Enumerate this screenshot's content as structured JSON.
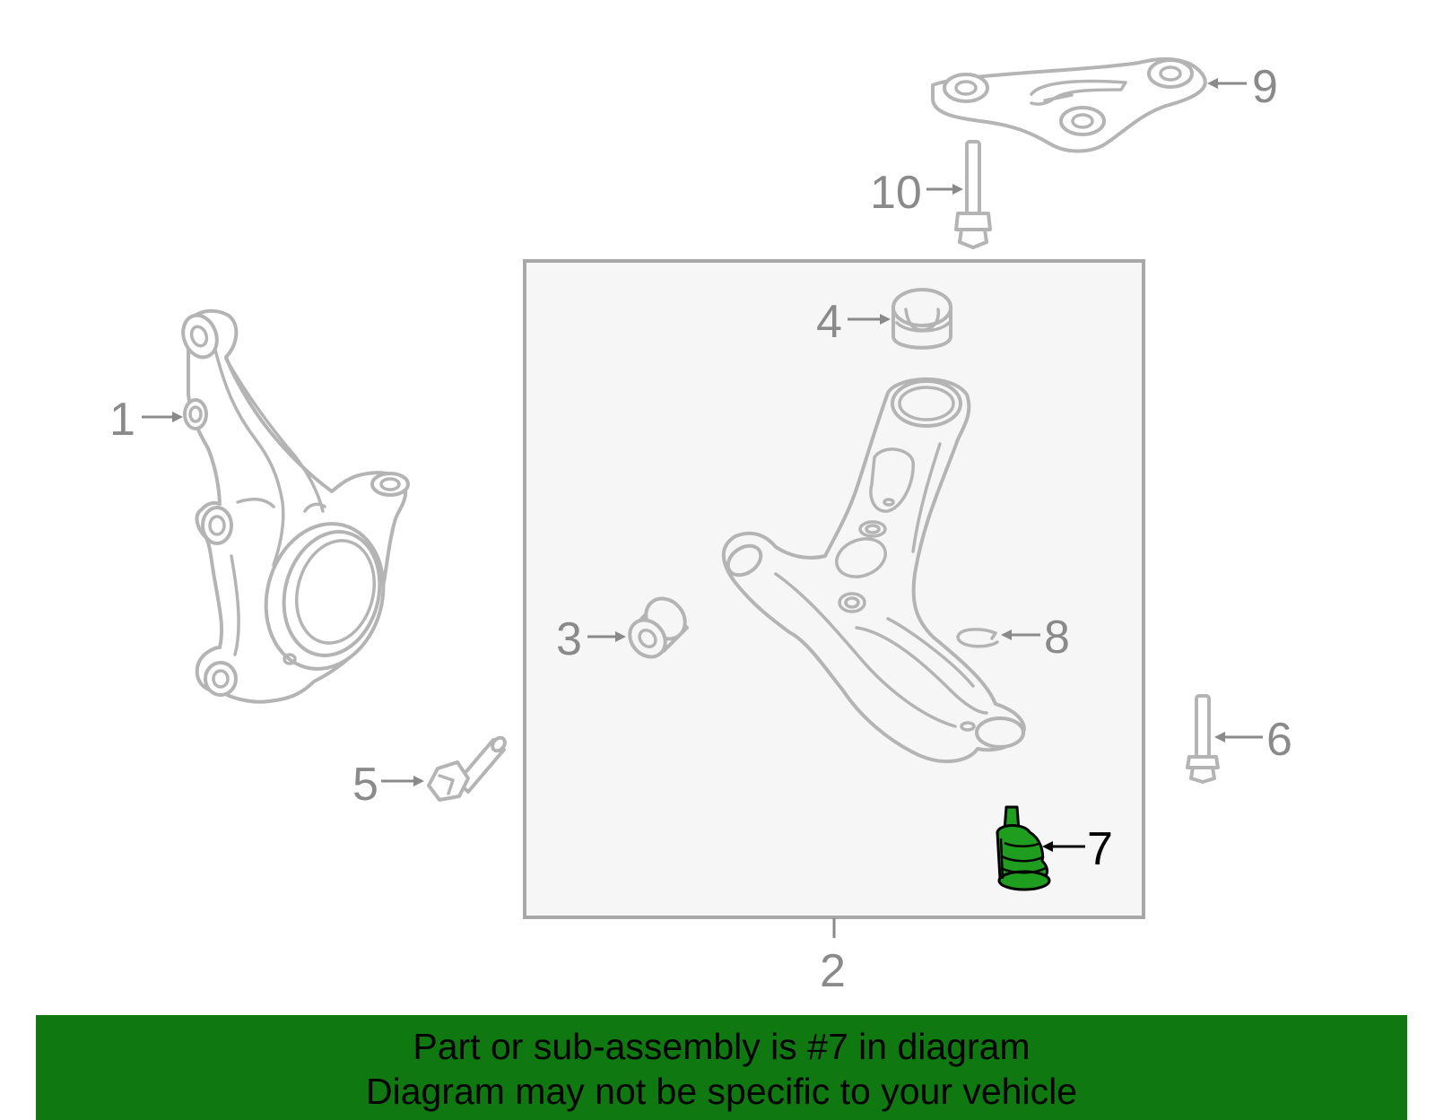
{
  "diagram": {
    "callouts": [
      {
        "id": "1",
        "label": "1"
      },
      {
        "id": "2",
        "label": "2"
      },
      {
        "id": "3",
        "label": "3"
      },
      {
        "id": "4",
        "label": "4"
      },
      {
        "id": "5",
        "label": "5"
      },
      {
        "id": "6",
        "label": "6"
      },
      {
        "id": "7",
        "label": "7",
        "highlighted": true
      },
      {
        "id": "8",
        "label": "8"
      },
      {
        "id": "9",
        "label": "9"
      },
      {
        "id": "10",
        "label": "10"
      }
    ],
    "highlight_color": "#1f9d1f"
  },
  "banner": {
    "line1": "Part or sub-assembly is #7 in diagram",
    "line2": "Diagram may not be specific to your vehicle",
    "background": "#107810"
  }
}
